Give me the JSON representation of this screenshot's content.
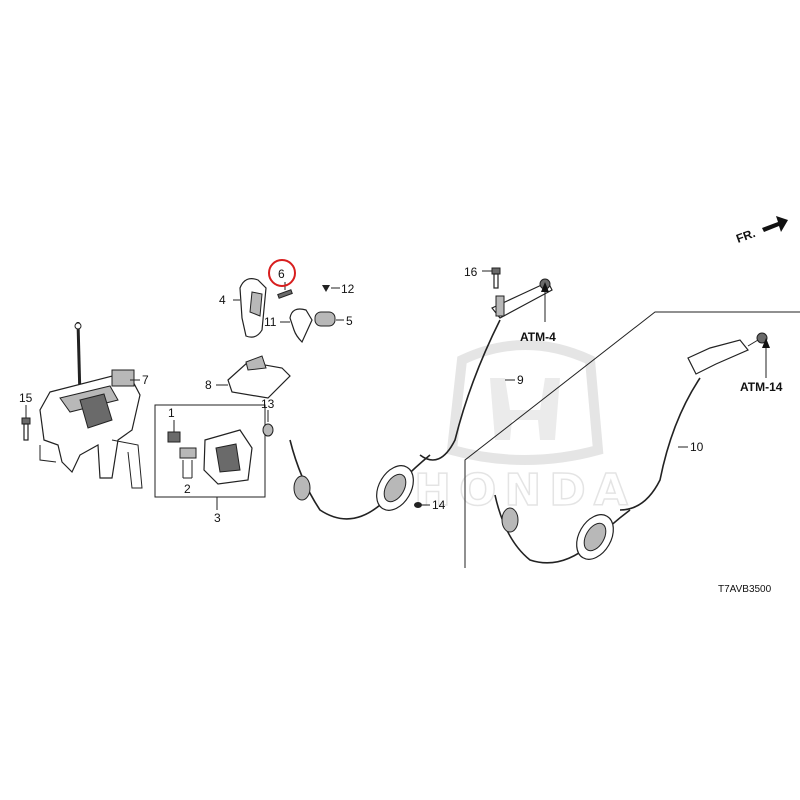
{
  "diagram": {
    "direction_label": "FR.",
    "drawing_code": "T7AVB3500",
    "watermark_text": "HONDA",
    "callouts": {
      "p1": "1",
      "p2": "2",
      "p3": "3",
      "p4": "4",
      "p5": "5",
      "p6": "6",
      "p7": "7",
      "p8": "8",
      "p9": "9",
      "p10": "10",
      "p11": "11",
      "p12": "12",
      "p13": "13",
      "p14": "14",
      "p15": "15",
      "p16": "16"
    },
    "references": {
      "atm4": "ATM-4",
      "atm14": "ATM-14"
    },
    "highlighted_part": "6",
    "colors": {
      "highlight_circle": "#d81e1e",
      "ink": "#222222",
      "watermark": "#d8d8d8"
    }
  }
}
